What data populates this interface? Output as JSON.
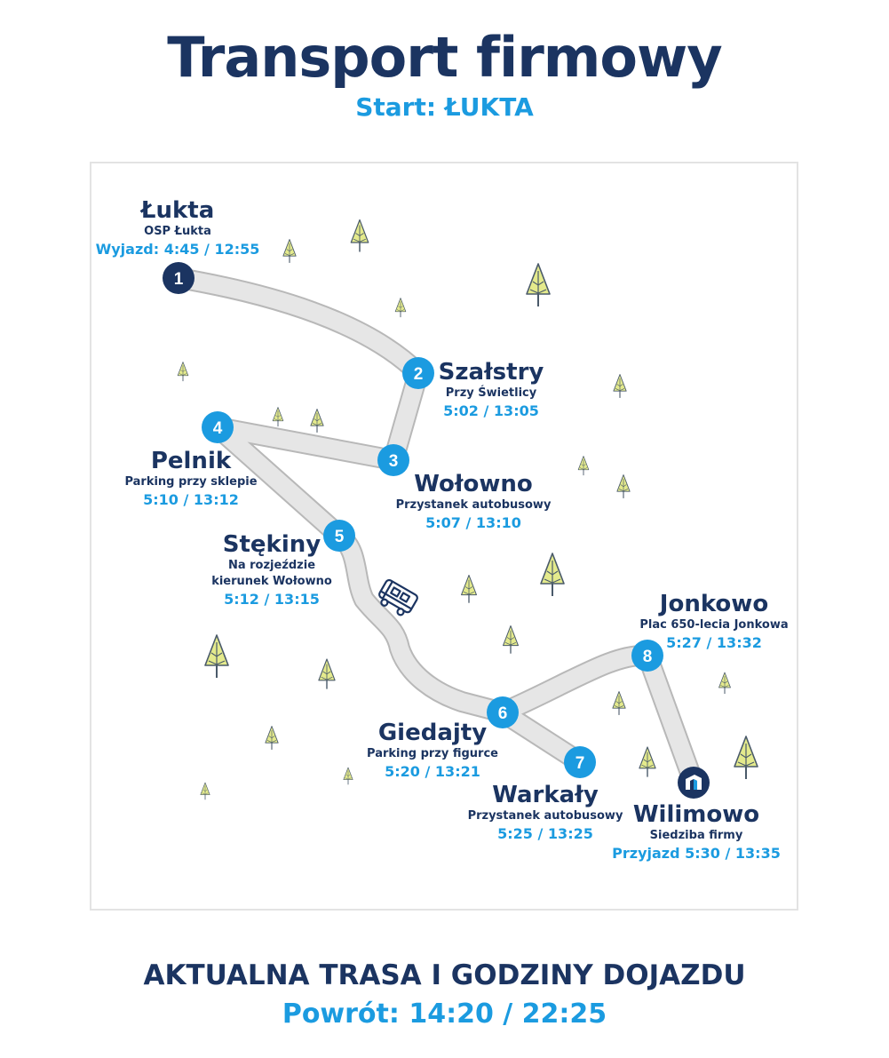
{
  "header": {
    "title": "Transport firmowy",
    "subtitle": "Start: ŁUKTA"
  },
  "footer": {
    "title": "AKTUALNA TRASA I GODZINY DOJAZDU",
    "return": "Powrót: 14:20 / 22:25"
  },
  "colors": {
    "navy": "#1b3461",
    "blue": "#1b9be0",
    "road": "#e6e6e6",
    "road_edge": "#b8b8b8",
    "tree": "#e4ea8c",
    "tree_trunk": "#4a5a6a"
  },
  "stops": [
    {
      "num": "1",
      "name": "Łukta",
      "desc": "OSP Łukta",
      "time": "Wyjazd: 4:45 / 12:55"
    },
    {
      "num": "2",
      "name": "Szałstry",
      "desc": "Przy Świetlicy",
      "time": "5:02 / 13:05"
    },
    {
      "num": "3",
      "name": "Wołowno",
      "desc": "Przystanek autobusowy",
      "time": "5:07 / 13:10"
    },
    {
      "num": "4",
      "name": "Pelnik",
      "desc": "Parking przy sklepie",
      "time": "5:10 / 13:12"
    },
    {
      "num": "5",
      "name": "Stękiny",
      "desc": "Na rozjeździe",
      "desc2": "kierunek Wołowno",
      "time": "5:12 / 13:15"
    },
    {
      "num": "6",
      "name": "Giedajty",
      "desc": "Parking przy figurce",
      "time": "5:20 / 13:21"
    },
    {
      "num": "7",
      "name": "Warkały",
      "desc": "Przystanek autobusowy",
      "time": "5:25 / 13:25"
    },
    {
      "num": "8",
      "name": "Jonkowo",
      "desc": "Plac 650-lecia Jonkowa",
      "time": "5:27 / 13:32"
    },
    {
      "num": "",
      "name": "Wilimowo",
      "desc": "Siedziba firmy",
      "time": "Przyjazd 5:30 / 13:35"
    }
  ],
  "icons": {
    "destination": "company-logo-icon",
    "bus": "bus-icon",
    "tree": "tree-icon"
  }
}
